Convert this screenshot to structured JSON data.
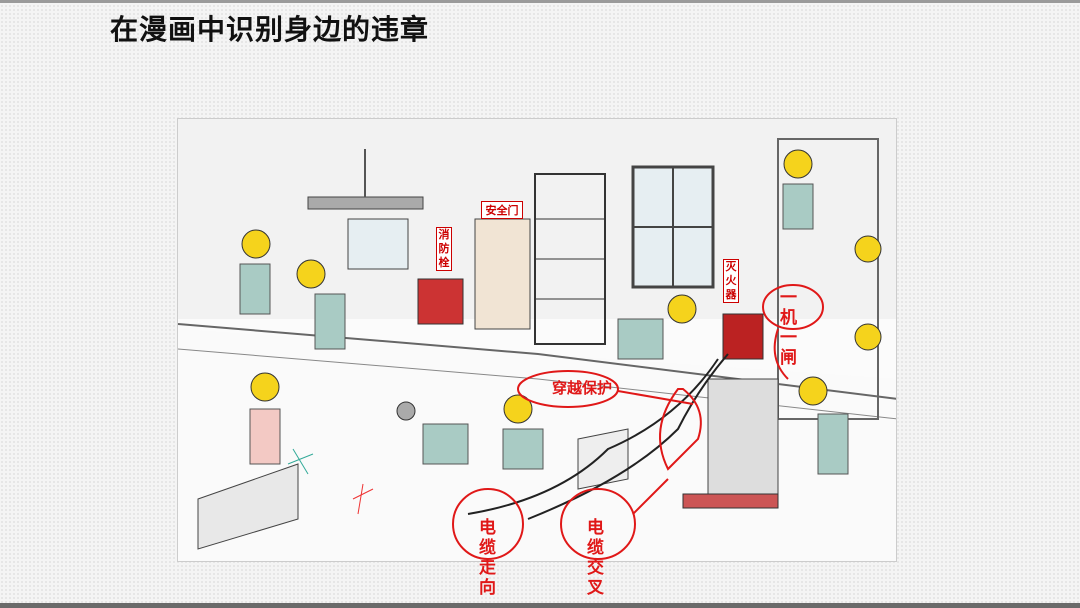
{
  "title": "在漫画中识别身边的违章",
  "comic": {
    "signs": {
      "safety_door": "安全门",
      "hydrant": "消防栓",
      "extinguisher": "灭火器"
    },
    "annotations": {
      "one_machine_one_switch": "一机一闸",
      "crossing_protection": "穿越保护",
      "cable_routing": "电缆走向",
      "cable_crossing": "电缆交叉"
    }
  },
  "colors": {
    "annotation": "#e01818",
    "helmet": "#f5d31c"
  }
}
